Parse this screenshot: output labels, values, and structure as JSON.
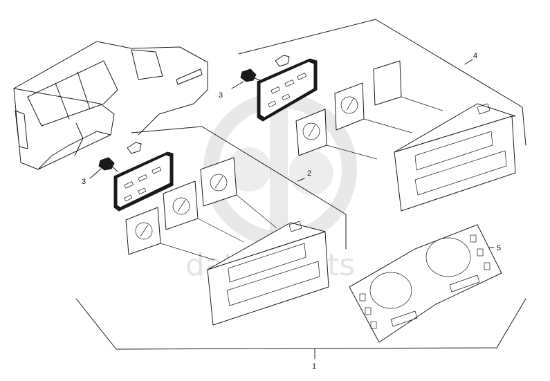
{
  "watermark": {
    "text_left": "dat",
    "text_right": "parts",
    "color": "#bdbdbd"
  },
  "callouts": {
    "c1": "1",
    "c2": "2",
    "c3a": "3",
    "c3b": "3",
    "c4": "4",
    "c5": "5"
  },
  "colors": {
    "line": "#1a1a1a",
    "background": "#ffffff"
  }
}
